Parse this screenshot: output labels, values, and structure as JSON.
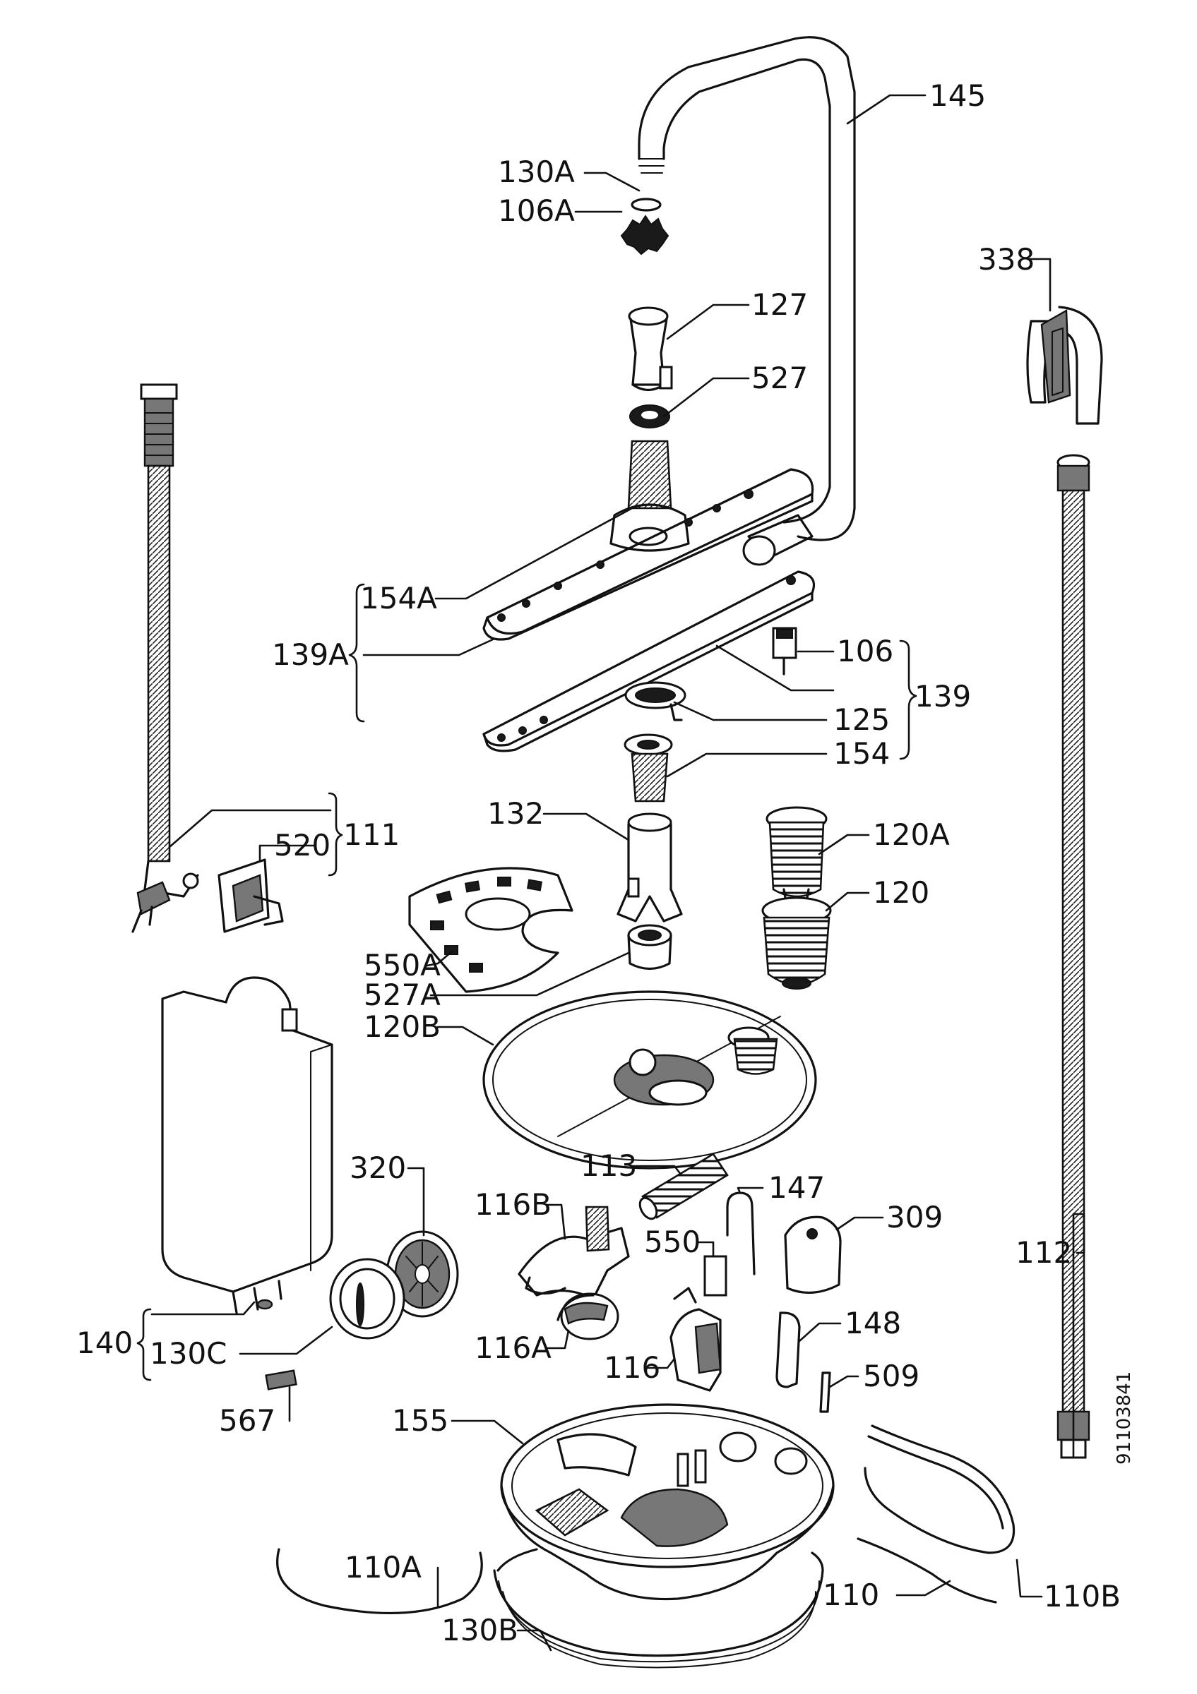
{
  "drawing_number": "91103841",
  "labels": [
    {
      "id": "145",
      "text": "145"
    },
    {
      "id": "130A",
      "text": "130A"
    },
    {
      "id": "106A",
      "text": "106A"
    },
    {
      "id": "338",
      "text": "338"
    },
    {
      "id": "127",
      "text": "127"
    },
    {
      "id": "527",
      "text": "527"
    },
    {
      "id": "154A",
      "text": "154A"
    },
    {
      "id": "139A",
      "text": "139A"
    },
    {
      "id": "106",
      "text": "106"
    },
    {
      "id": "139",
      "text": "139"
    },
    {
      "id": "125",
      "text": "125"
    },
    {
      "id": "154",
      "text": "154"
    },
    {
      "id": "132",
      "text": "132"
    },
    {
      "id": "120A",
      "text": "120A"
    },
    {
      "id": "111",
      "text": "111"
    },
    {
      "id": "520",
      "text": "520"
    },
    {
      "id": "120",
      "text": "120"
    },
    {
      "id": "550A",
      "text": "550A"
    },
    {
      "id": "527A",
      "text": "527A"
    },
    {
      "id": "120B",
      "text": "120B"
    },
    {
      "id": "113",
      "text": "113"
    },
    {
      "id": "147",
      "text": "147"
    },
    {
      "id": "320",
      "text": "320"
    },
    {
      "id": "116B",
      "text": "116B"
    },
    {
      "id": "309",
      "text": "309"
    },
    {
      "id": "550",
      "text": "550"
    },
    {
      "id": "112",
      "text": "112"
    },
    {
      "id": "140",
      "text": "140"
    },
    {
      "id": "116A",
      "text": "116A"
    },
    {
      "id": "148",
      "text": "148"
    },
    {
      "id": "130C",
      "text": "130C"
    },
    {
      "id": "116",
      "text": "116"
    },
    {
      "id": "509",
      "text": "509"
    },
    {
      "id": "567",
      "text": "567"
    },
    {
      "id": "155",
      "text": "155"
    },
    {
      "id": "110A",
      "text": "110A"
    },
    {
      "id": "110",
      "text": "110"
    },
    {
      "id": "110B",
      "text": "110B"
    },
    {
      "id": "130B",
      "text": "130B"
    }
  ]
}
